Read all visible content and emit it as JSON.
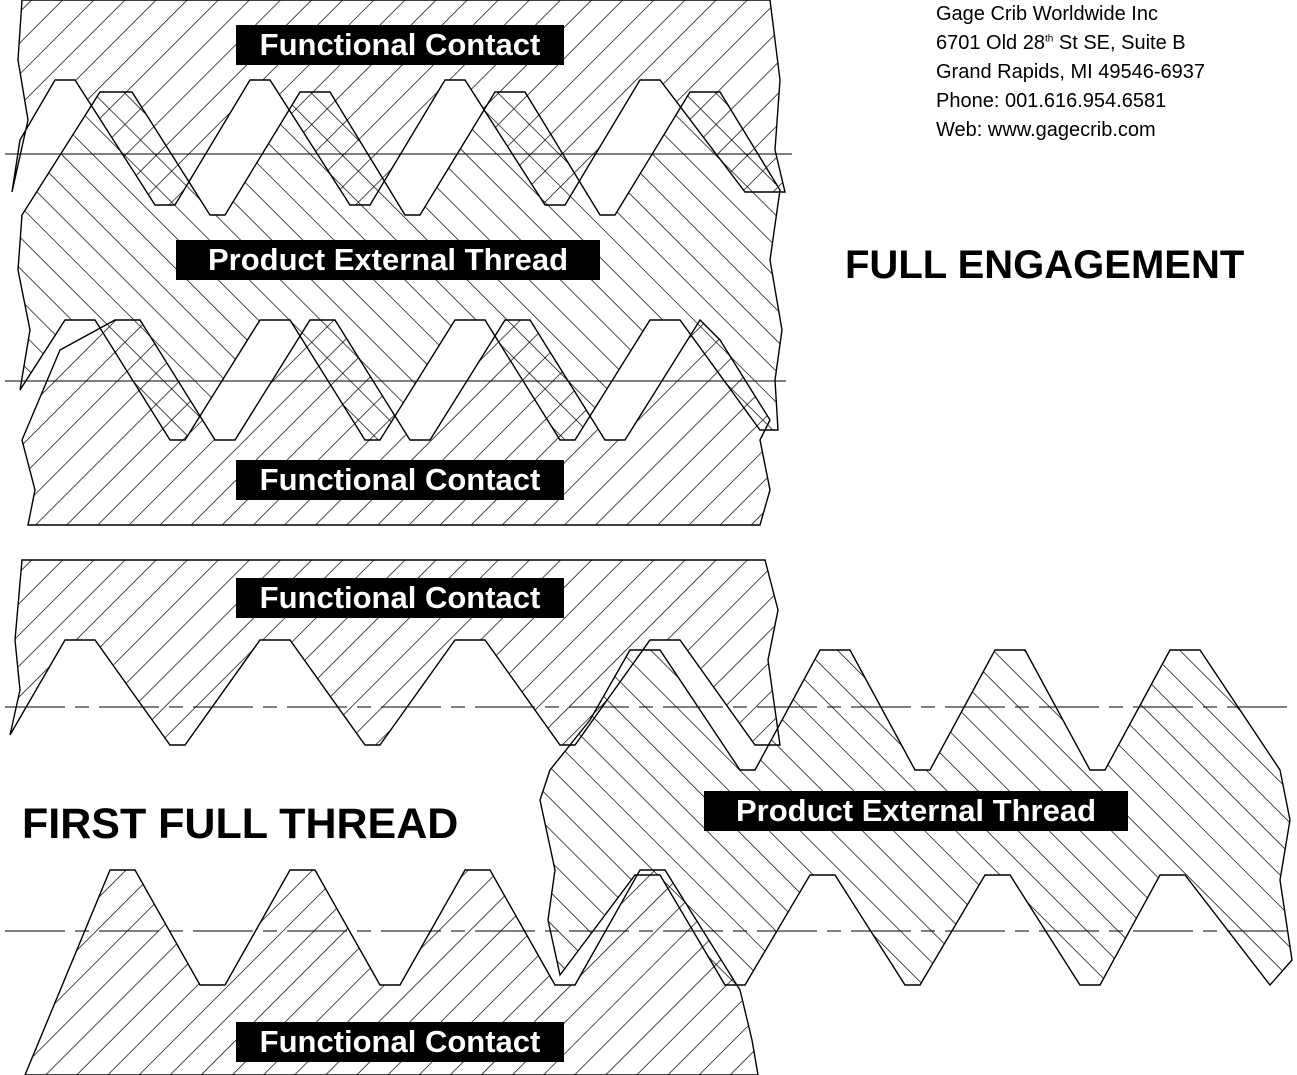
{
  "company": {
    "name": "Gage Crib Worldwide Inc",
    "address_line_number": "6701 Old 28",
    "address_line_sup": "th",
    "address_line_rest": " St SE, Suite B",
    "city_line": "Grand Rapids, MI 49546-6937",
    "phone": "Phone: 001.616.954.6581",
    "web": "Web: www.gagecrib.com"
  },
  "diagrams": {
    "full_engagement": {
      "title": "FULL ENGAGEMENT",
      "top_gage_label": "Functional Contact",
      "product_label": "Product External Thread",
      "bottom_gage_label": "Functional Contact"
    },
    "first_full_thread": {
      "title": "FIRST FULL THREAD",
      "top_gage_label": "Functional Contact",
      "product_label": "Product External Thread",
      "bottom_gage_label": "Functional Contact"
    }
  },
  "colors": {
    "ink": "#000000",
    "paper": "#ffffff"
  }
}
